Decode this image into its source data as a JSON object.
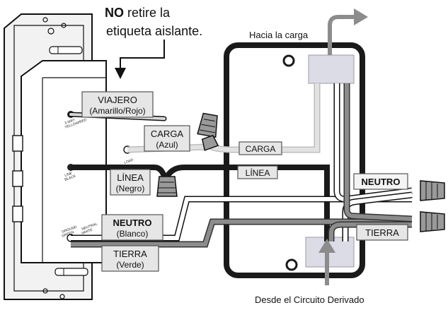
{
  "warning": {
    "bold": "NO",
    "line1_rest": " retire la",
    "line2": "etiqueta aislante."
  },
  "top_label": "Hacia la carga",
  "bottom_label": "Desde el Circuito Derivado",
  "terminals": {
    "viajero": {
      "title": "VIAJERO",
      "sub": "(Amarillo/Rojo)"
    },
    "carga": {
      "title": "CARGA",
      "sub": "(Azul)"
    },
    "linea": {
      "title": "LÍNEA",
      "sub": "(Negro)"
    },
    "neutro": {
      "title": "NEUTRO",
      "sub": "(Blanco)"
    },
    "tierra": {
      "title": "TIERRA",
      "sub": "(Verde)"
    }
  },
  "wire_labels": {
    "carga": "CARGA",
    "linea": "LÍNEA",
    "neutro": "NEUTRO",
    "tierra": "TIERRA"
  },
  "device_print": {
    "three_way": "3 WAY",
    "yellow_red": "YELLOW/RED",
    "load": "LOAD",
    "line": "LINE",
    "black": "BLACK",
    "ground": "GROUND",
    "green": "GREEN",
    "neutral": "NEUTRAL",
    "white": "WHITE"
  },
  "colors": {
    "black_wire": "#1a1a1a",
    "white_wire": "#ffffff",
    "gray_wire": "#8c8c8c",
    "load_wire": "#d4d4d4",
    "label_fill": "#e6e6e6",
    "conduit_fill": "#dcdce6"
  }
}
